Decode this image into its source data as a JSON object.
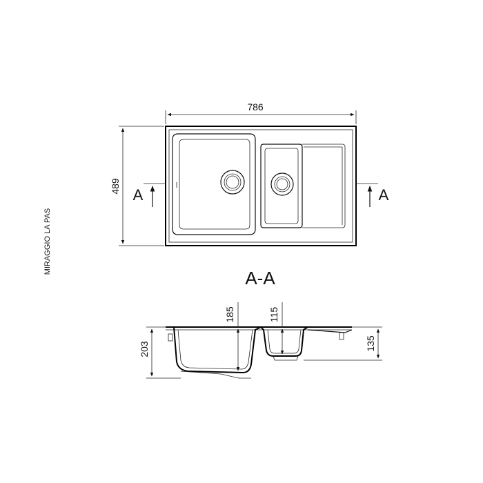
{
  "title": {
    "model": "MIRAGGIO LA PAS"
  },
  "plan_view": {
    "width_dim": "786",
    "depth_dim": "489",
    "section_mark_left": "A",
    "section_mark_right": "A"
  },
  "section_view": {
    "label": "A-A",
    "total_depth": "203",
    "main_bowl_depth": "185",
    "small_bowl_depth": "115",
    "drainer_height": "135"
  }
}
